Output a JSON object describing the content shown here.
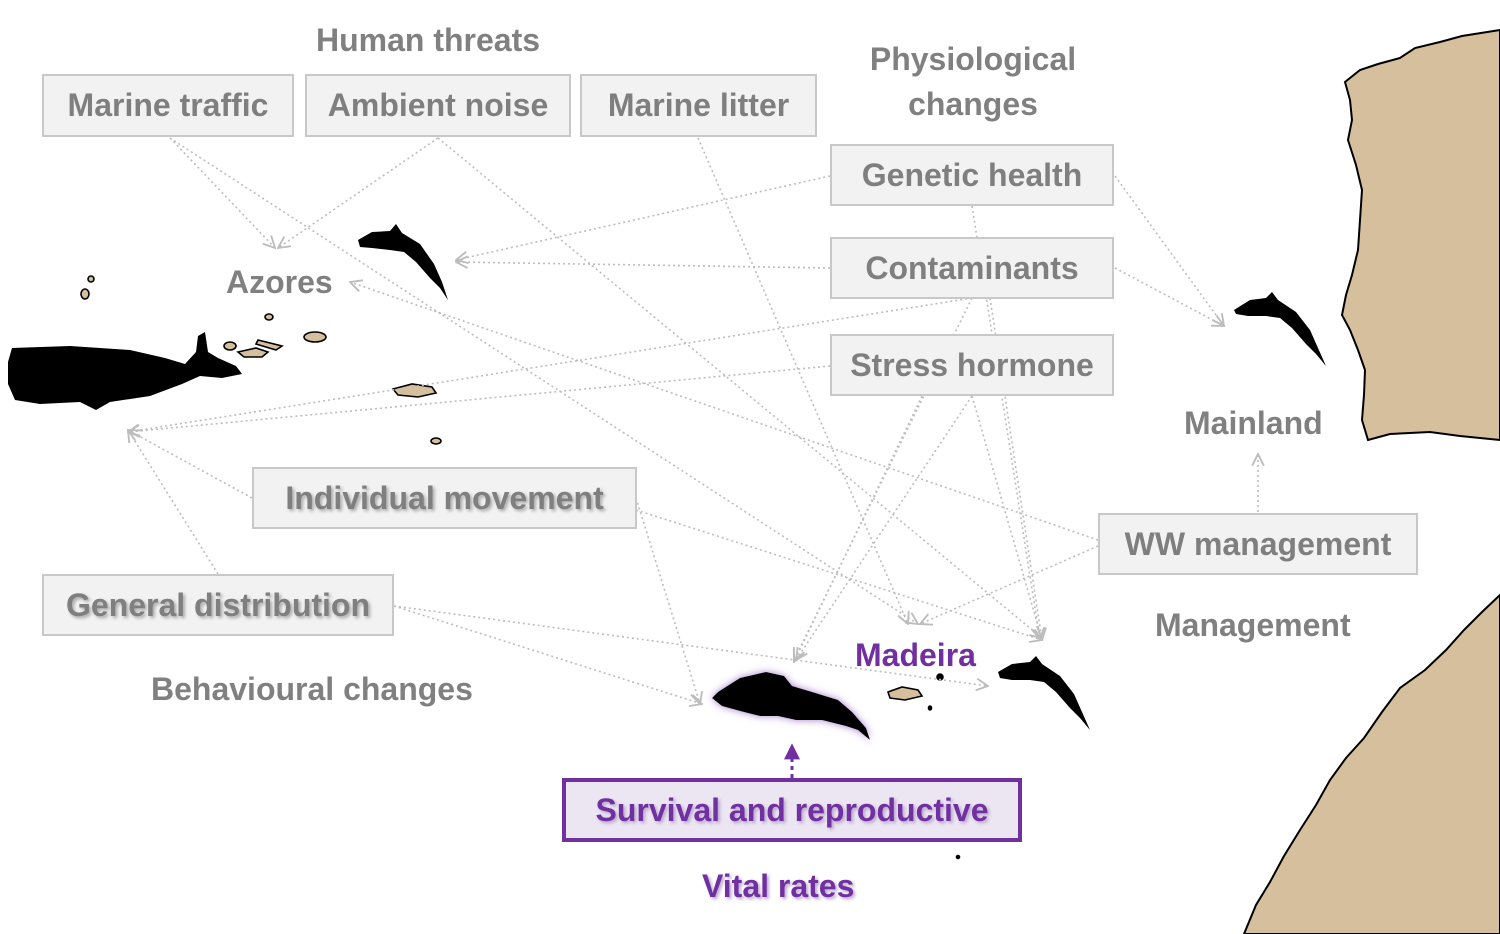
{
  "groups": {
    "human_threats": "Human threats",
    "physiological": "Physiological changes",
    "behavioural": "Behavioural changes",
    "management": "Management",
    "vital_rates": "Vital rates"
  },
  "boxes": {
    "marine_traffic": "Marine traffic",
    "ambient_noise": "Ambient noise",
    "marine_litter": "Marine litter",
    "genetic_health": "Genetic health",
    "contaminants": "Contaminants",
    "stress_hormone": "Stress hormone",
    "individual_movement": "Individual movement",
    "general_distribution": "General distribution",
    "ww_management": "WW management",
    "survival_reproductive": "Survival and reproductive"
  },
  "regions": {
    "azores": "Azores",
    "mainland": "Mainland",
    "madeira": "Madeira"
  },
  "colors": {
    "box_fill": "#f2f2f2",
    "box_border": "#c8c8c8",
    "text_gray": "#808080",
    "accent_purple": "#7030a0",
    "land": "#d5bf9d",
    "arrow": "#bdbdbd"
  }
}
